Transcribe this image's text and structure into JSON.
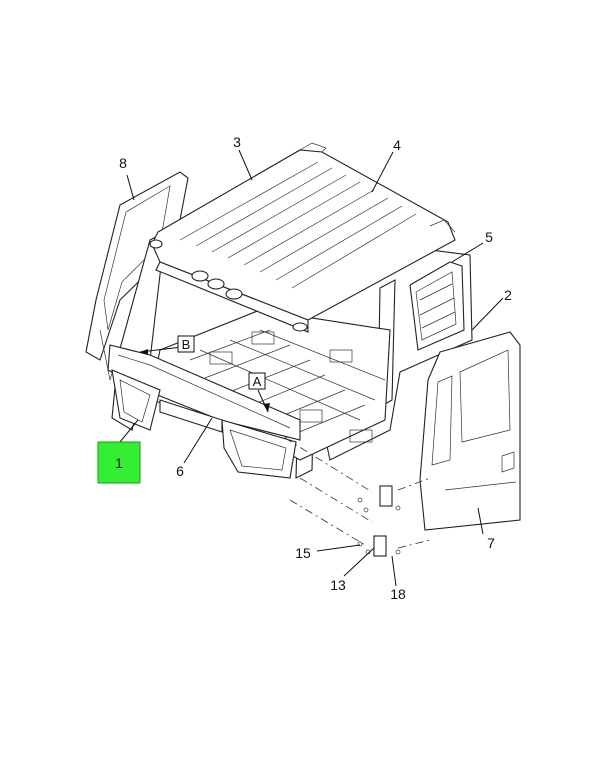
{
  "callouts": [
    {
      "id": "c1",
      "text": "1"
    },
    {
      "id": "c2",
      "text": "2"
    },
    {
      "id": "c3",
      "text": "3"
    },
    {
      "id": "c4",
      "text": "4"
    },
    {
      "id": "c5",
      "text": "5"
    },
    {
      "id": "c6",
      "text": "6"
    },
    {
      "id": "c7",
      "text": "7"
    },
    {
      "id": "c8",
      "text": "8"
    },
    {
      "id": "c13",
      "text": "13"
    },
    {
      "id": "c15",
      "text": "15"
    },
    {
      "id": "c18",
      "text": "18"
    }
  ],
  "view_labels": {
    "a": "A",
    "b": "B"
  },
  "colors": {
    "highlight": "#33ee33",
    "highlight_border": "#1a9a1a",
    "ink": "#111111"
  }
}
